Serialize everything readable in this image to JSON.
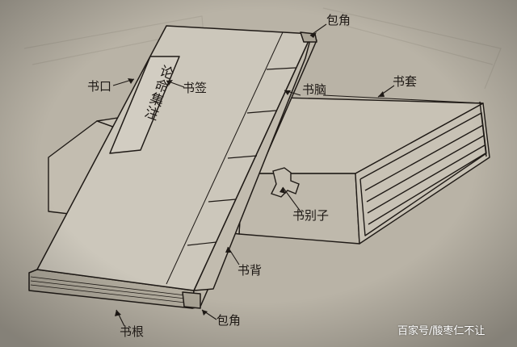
{
  "labels": {
    "bao_jiao_top": "包角",
    "shu_kou": "书口",
    "shu_qian": "书签",
    "title_slip": "论命集注",
    "shu_nao": "书脑",
    "shu_tao": "书套",
    "shu_bie_zi": "书别子",
    "shu_bei": "书背",
    "shu_gen": "书根",
    "bao_jiao_bottom": "包角"
  },
  "watermark": "百家号/酸枣仁不让",
  "colors": {
    "paper": "#b9b3a6",
    "ink": "#1f1a16",
    "book_cover": "#ccc7bb",
    "case_face": "#c8c2b5",
    "shadow": "#a59e90"
  }
}
